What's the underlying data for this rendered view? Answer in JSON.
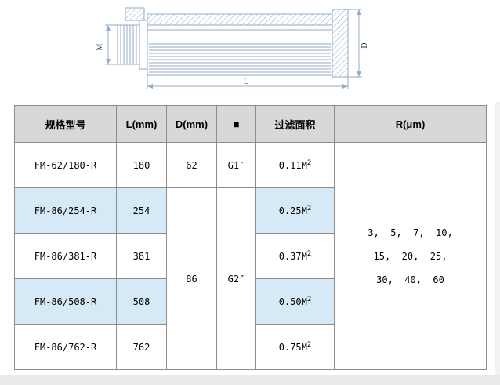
{
  "drawing": {
    "labels": {
      "m": "M",
      "d": "D",
      "l": "L"
    }
  },
  "table": {
    "headers": {
      "model": "规格型号",
      "l": "L(mm)",
      "d": "D(mm)",
      "port": "■",
      "area": "过滤面积",
      "r": "R(μm)"
    },
    "rows": [
      {
        "model": "FM-62/180-R",
        "l": "180",
        "d": "62",
        "port": "G1″",
        "area": "0.11M",
        "area_sup": "2"
      },
      {
        "model": "FM-86/254-R",
        "l": "254",
        "area": "0.25M",
        "area_sup": "2"
      },
      {
        "model": "FM-86/381-R",
        "l": "381",
        "area": "0.37M",
        "area_sup": "2"
      },
      {
        "model": "FM-86/508-R",
        "l": "508",
        "area": "0.50M",
        "area_sup": "2"
      },
      {
        "model": "FM-86/762-R",
        "l": "762",
        "area": "0.75M",
        "area_sup": "2"
      }
    ],
    "merged": {
      "d": "86",
      "port": "G2″"
    },
    "r_lines": [
      "3,  5,  7,  10,",
      "15,  20,  25,",
      "30,  40,  60"
    ]
  }
}
